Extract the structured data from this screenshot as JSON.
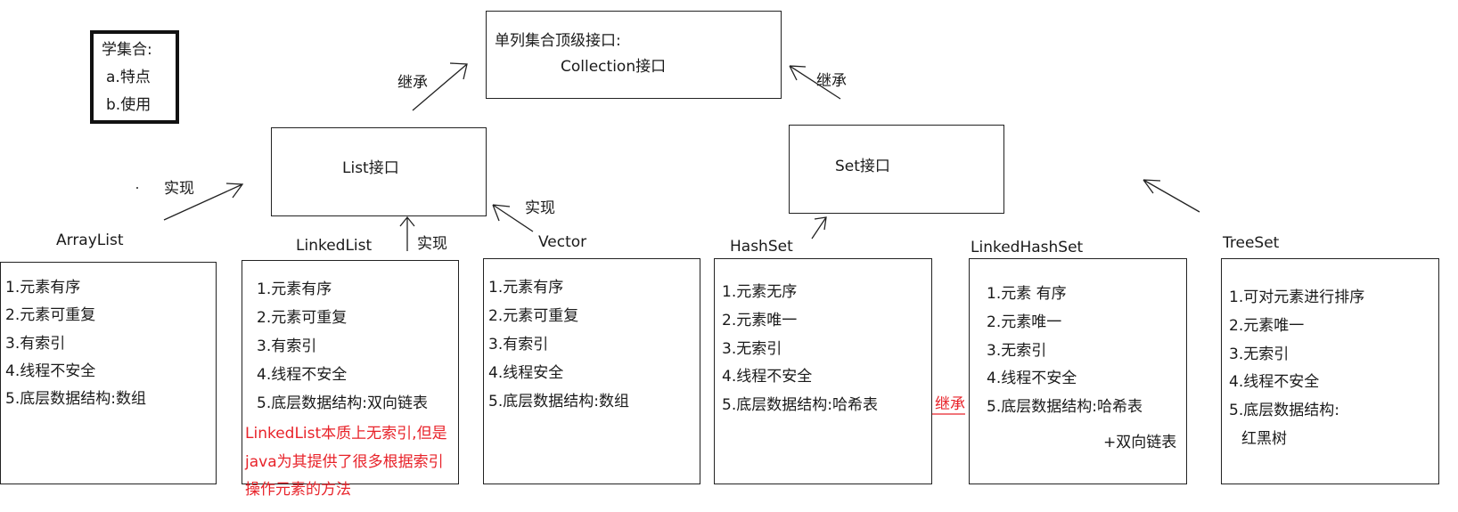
{
  "note": {
    "title": "学集合:",
    "items": [
      "a.特点",
      "b.使用"
    ]
  },
  "collection": {
    "line1": "单列集合顶级接口:",
    "line2": "Collection接口"
  },
  "list_interface": "List接口",
  "set_interface": "Set接口",
  "edge_labels": {
    "list_inherit": "继承",
    "set_inherit": "继承",
    "arraylist_impl": "实现",
    "linkedlist_impl": "实现",
    "vector_impl": "实现",
    "linkedhashset_inherit": "继承"
  },
  "classes": {
    "arraylist": {
      "name": "ArrayList",
      "lines": [
        "1.元素有序",
        "2.元素可重复",
        "3.有索引",
        "4.线程不安全",
        "5.底层数据结构:数组"
      ]
    },
    "linkedlist": {
      "name": "LinkedList",
      "lines": [
        "1.元素有序",
        "2.元素可重复",
        "3.有索引",
        "4.线程不安全",
        "5.底层数据结构:双向链表"
      ],
      "note": [
        "LinkedList本质上无索引,但是",
        "java为其提供了很多根据索引",
        "操作元素的方法"
      ]
    },
    "vector": {
      "name": "Vector",
      "lines": [
        "1.元素有序",
        "2.元素可重复",
        "3.有索引",
        "4.线程安全",
        "5.底层数据结构:数组"
      ]
    },
    "hashset": {
      "name": "HashSet",
      "lines": [
        "1.元素无序",
        "2.元素唯一",
        "3.无索引",
        "4.线程不安全",
        "5.底层数据结构:哈希表"
      ]
    },
    "linkedhashset": {
      "name": "LinkedHashSet",
      "lines": [
        "1.元素 有序",
        "2.元素唯一",
        "3.无索引",
        "4.线程不安全",
        "5.底层数据结构:哈希表"
      ],
      "extra": "+双向链表"
    },
    "treeset": {
      "name": "TreeSet",
      "lines": [
        "1.可对元素进行排序",
        "2.元素唯一",
        "3.无索引",
        "4.线程不安全",
        "5.底层数据结构:",
        "红黑树"
      ]
    }
  },
  "colors": {
    "line": "#222222",
    "red": "#e8232a"
  }
}
